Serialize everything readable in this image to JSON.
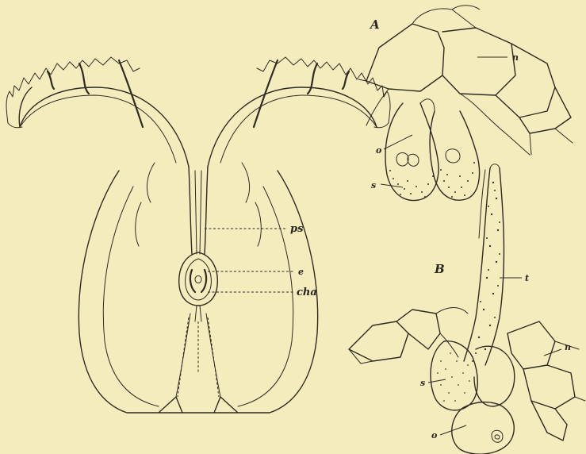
{
  "figure": {
    "background": "#f5ecbe",
    "ink": "#2f2a22"
  },
  "left_panel": {
    "labels": {
      "ps": "ps",
      "e": "e",
      "cha": "cha"
    }
  },
  "panel_a": {
    "label": "A",
    "labels": {
      "n": "n",
      "o": "o",
      "s": "s"
    }
  },
  "panel_b": {
    "label": "B",
    "labels": {
      "t": "t",
      "n": "n",
      "s": "s",
      "o": "o"
    }
  }
}
